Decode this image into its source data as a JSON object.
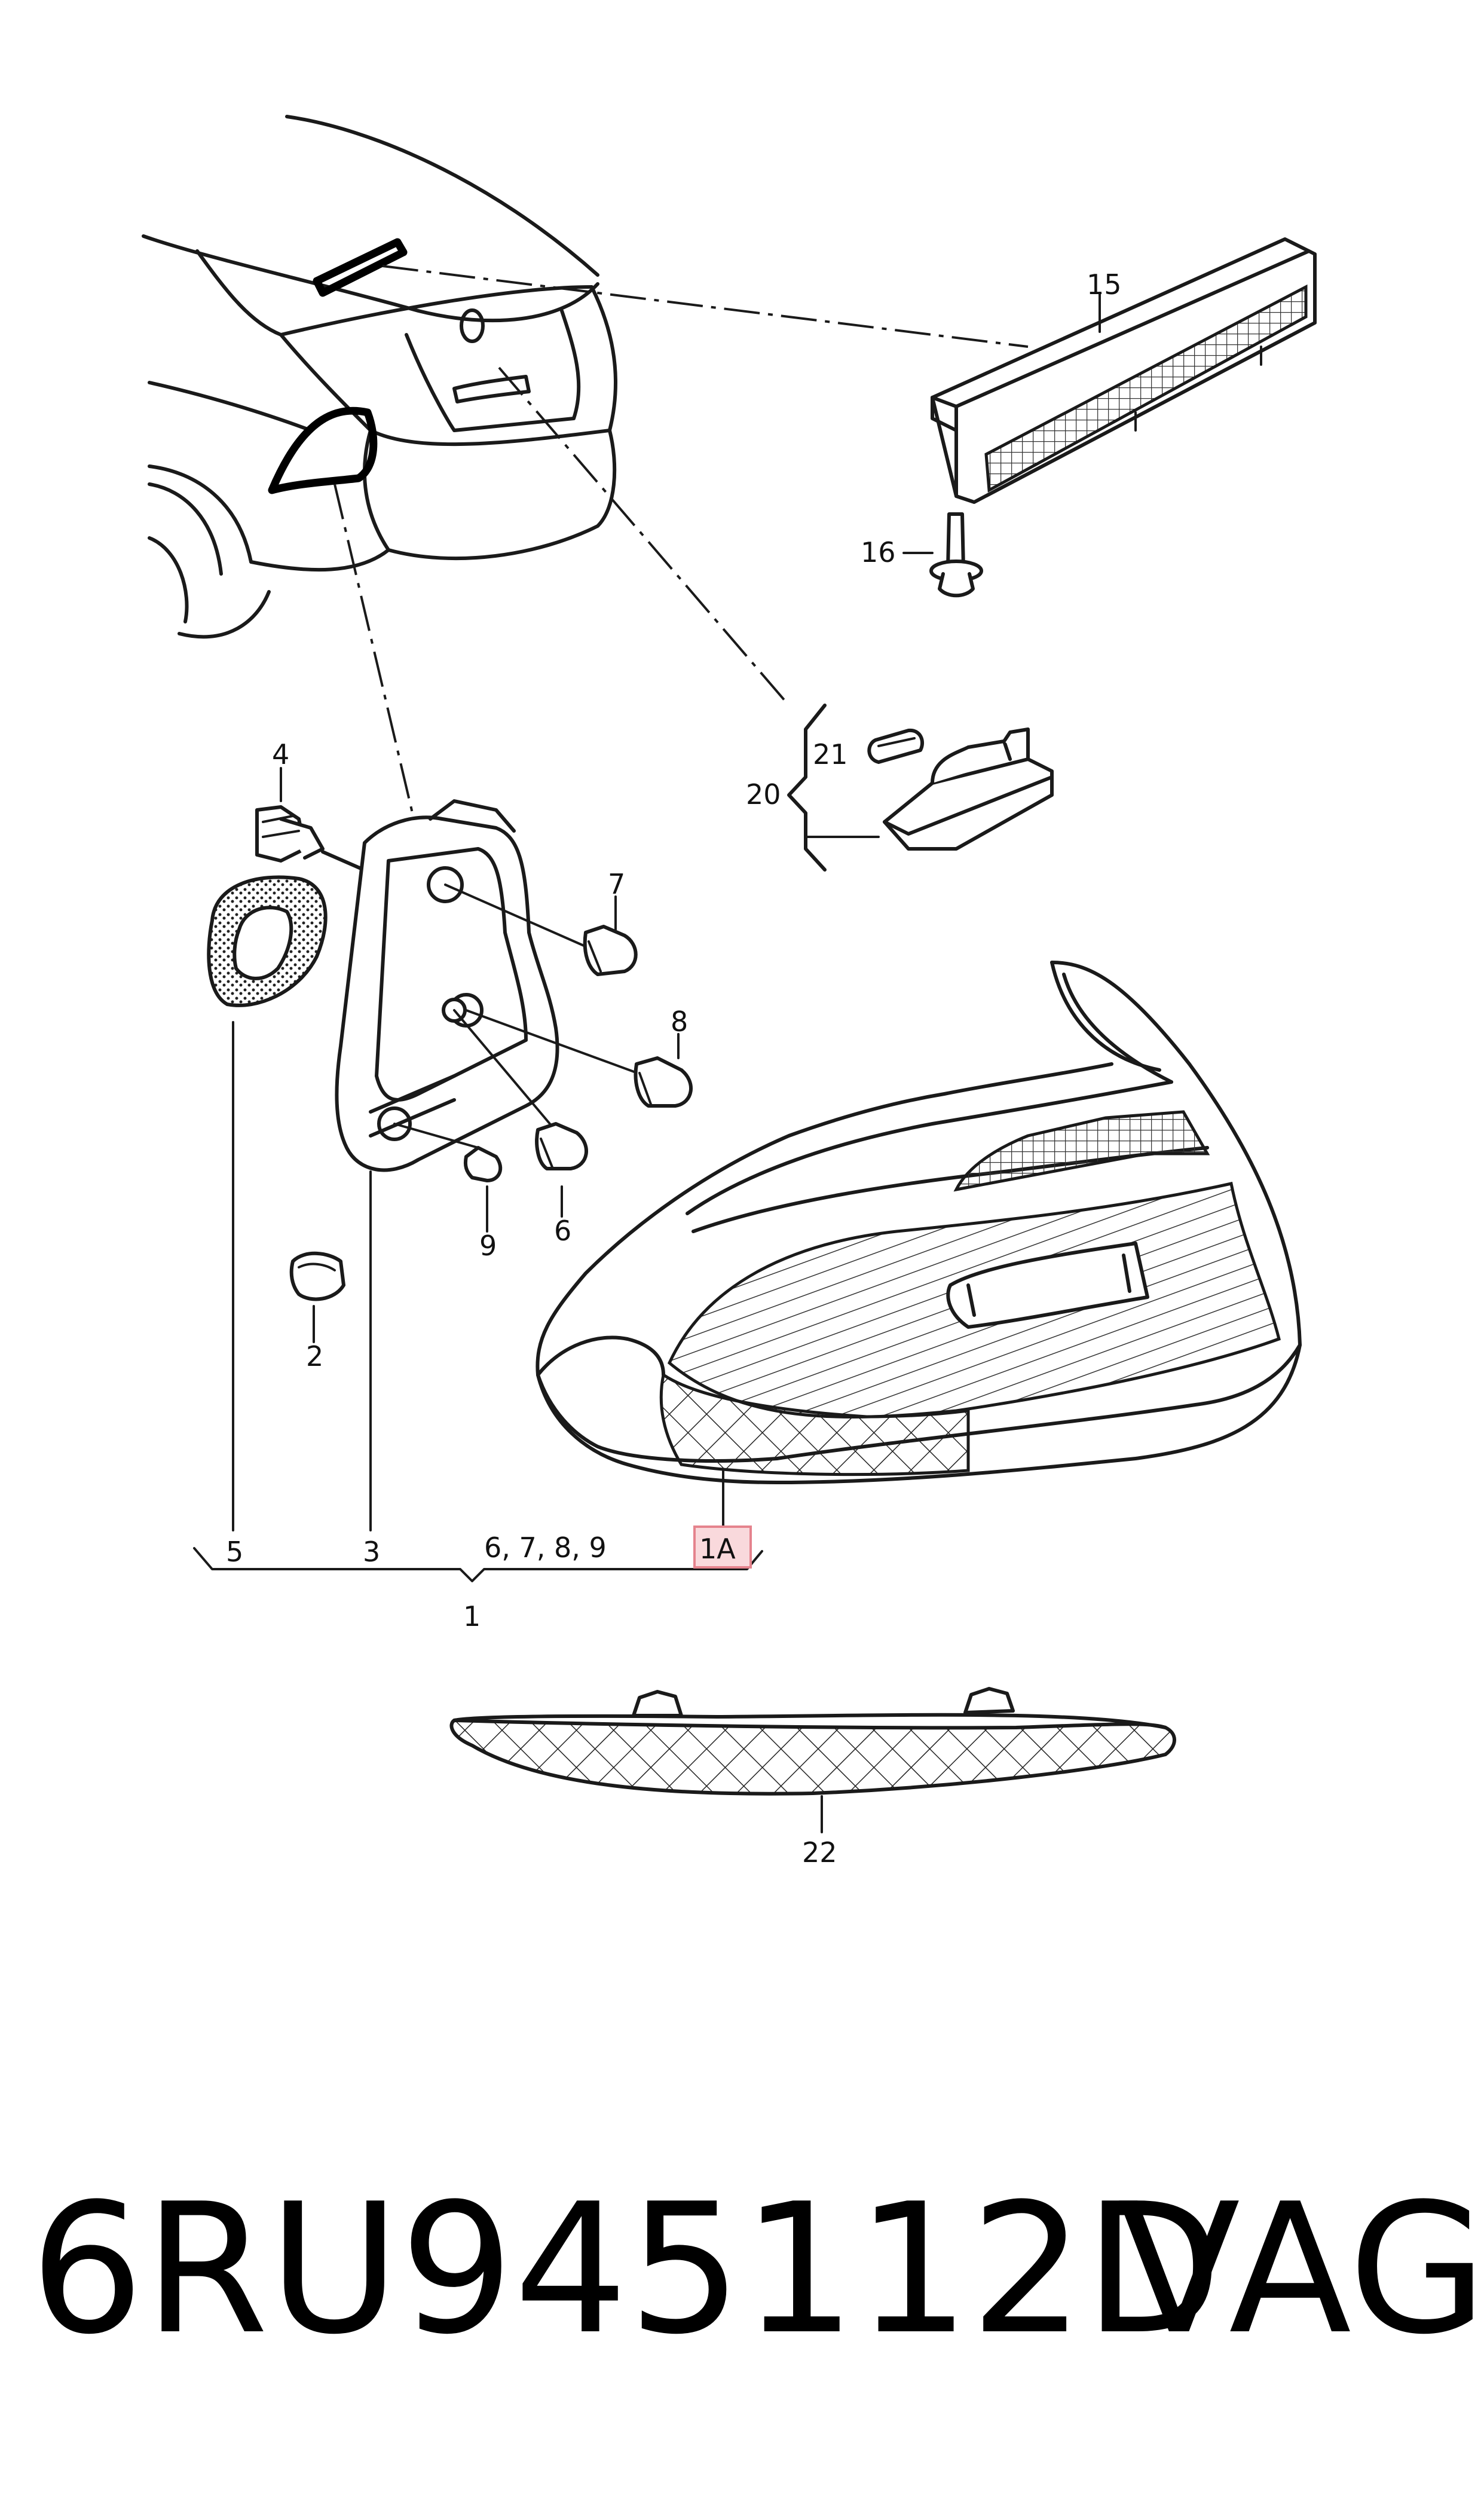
{
  "diagram": {
    "callouts": {
      "c1": "1",
      "c1a": "1A",
      "c2": "2",
      "c3": "3",
      "c4": "4",
      "c5": "5",
      "c6": "6",
      "c6789": "6, 7, 8, 9",
      "c7": "7",
      "c8": "8",
      "c9": "9",
      "c15": "15",
      "c16": "16",
      "c20": "20",
      "c21": "21",
      "c22": "22"
    },
    "highlight_color": "#f9d9dc"
  },
  "footer": {
    "part_number": "6RU945112D",
    "brand": "VAG"
  }
}
